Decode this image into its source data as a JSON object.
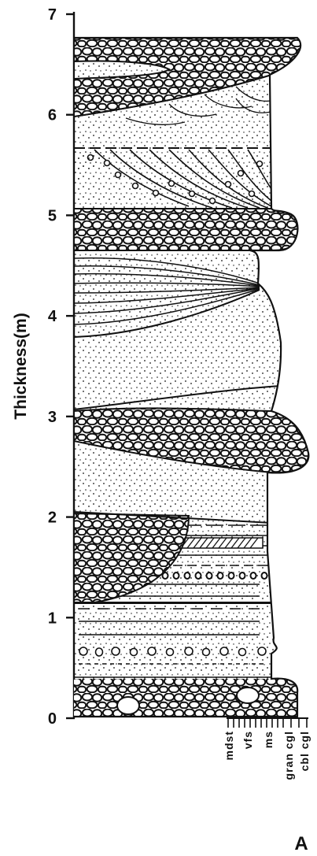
{
  "y_axis": {
    "title": "Thickness(m)",
    "ticks": [
      "0",
      "1",
      "2",
      "3",
      "4",
      "5",
      "6",
      "7"
    ]
  },
  "grain_size_scale": [
    "mdst",
    "vfs",
    "ms",
    "gran cgl",
    "cbl cgl"
  ],
  "panel_label": "A",
  "chart_data": {
    "type": "stratigraphic_column",
    "ylabel": "Thickness(m)",
    "ylim": [
      0,
      7
    ],
    "layers": [
      {
        "from": 0.0,
        "to": 0.42,
        "lithology": "cobble conglomerate"
      },
      {
        "from": 0.42,
        "to": 1.16,
        "lithology": "sandstone with planar lamination and granule layers"
      },
      {
        "from": 1.16,
        "to": 2.06,
        "lithology": "cobble conglomerate lens with laminated sandstone"
      },
      {
        "from": 2.06,
        "to": 2.85,
        "lithology": "medium sandstone"
      },
      {
        "from": 2.85,
        "to": 3.0,
        "lithology": "cobble conglomerate"
      },
      {
        "from": 3.0,
        "to": 4.65,
        "lithology": "sandstone with cross-bedding"
      },
      {
        "from": 4.65,
        "to": 5.05,
        "lithology": "cobble conglomerate"
      },
      {
        "from": 5.05,
        "to": 5.65,
        "lithology": "cross-bedded pebbly sandstone"
      },
      {
        "from": 5.65,
        "to": 6.0,
        "lithology": "trough cross-bedded sandstone"
      },
      {
        "from": 6.0,
        "to": 6.78,
        "lithology": "cobble conglomerate with sandstone lens"
      }
    ]
  }
}
